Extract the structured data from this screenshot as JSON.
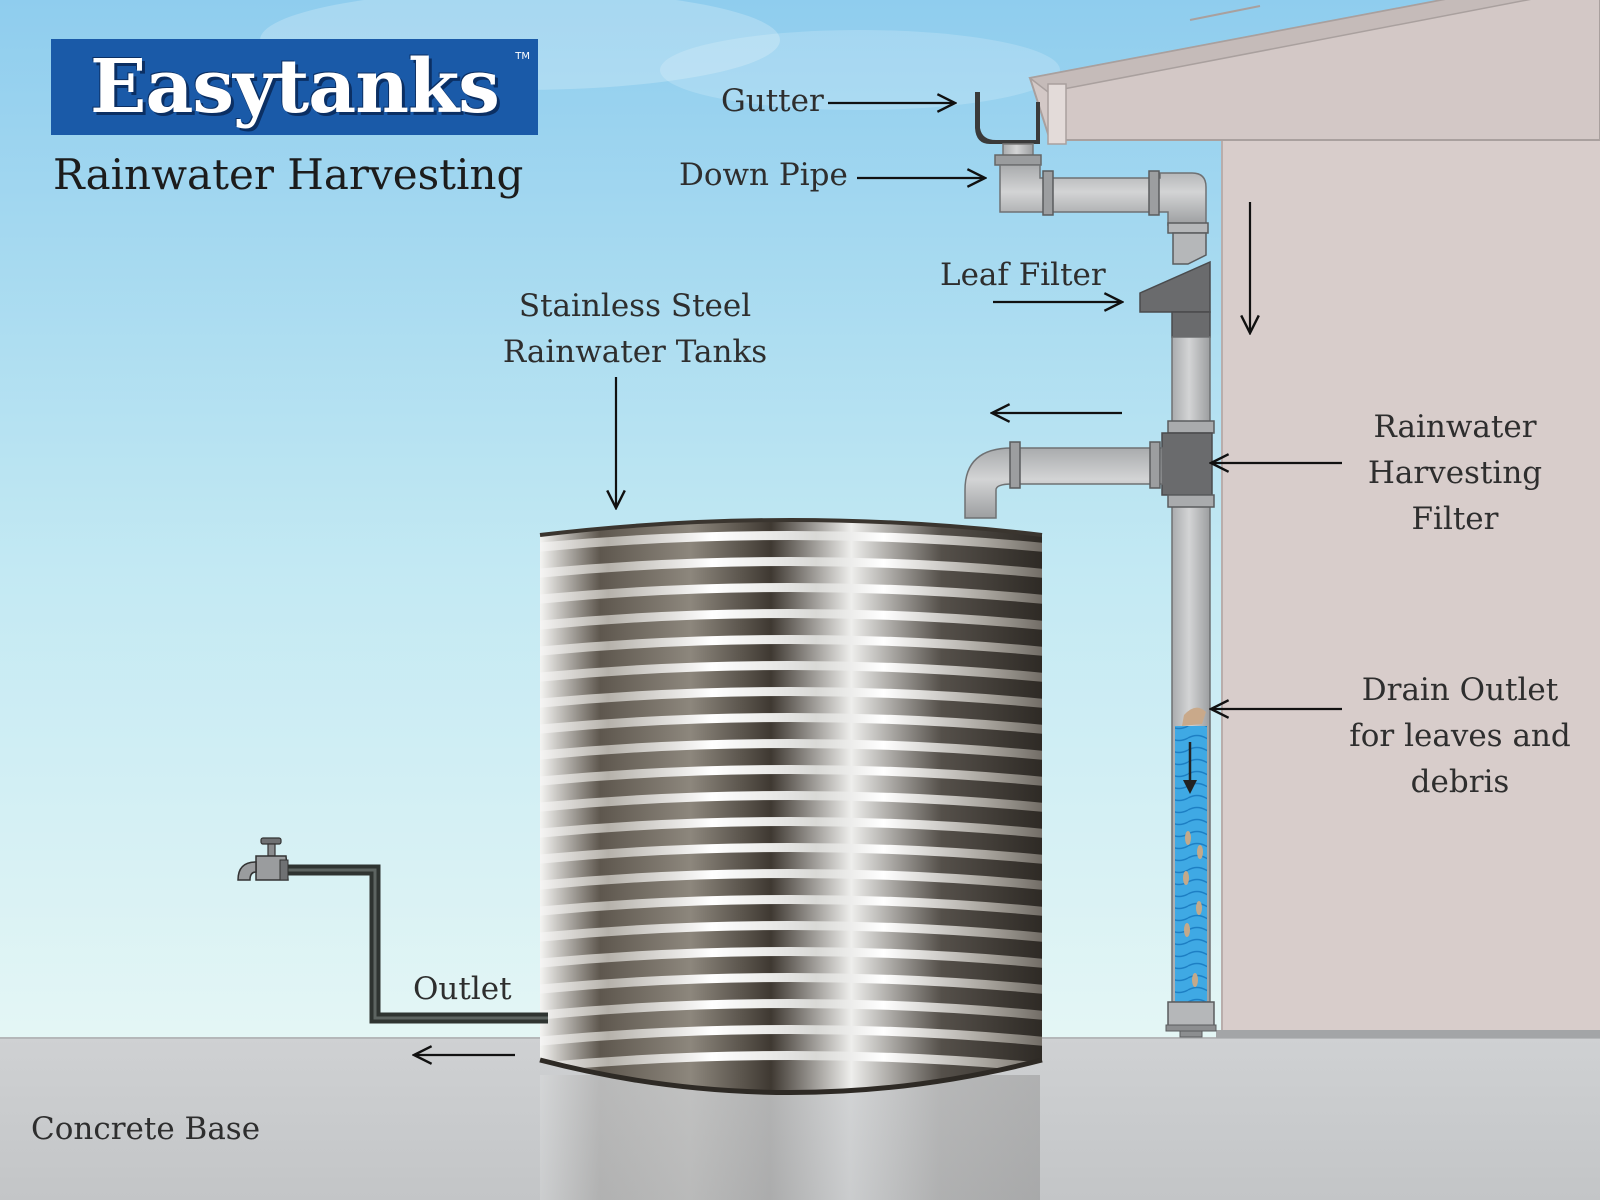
{
  "brand": {
    "name": "Easytanks",
    "trademark": "TM"
  },
  "title": "Rainwater Harvesting",
  "labels": {
    "gutter": "Gutter",
    "down_pipe": "Down Pipe",
    "leaf_filter": "Leaf Filter",
    "tank": [
      "Stainless Steel",
      "Rainwater Tanks"
    ],
    "harvesting_filter": [
      "Rainwater",
      "Harvesting",
      "Filter"
    ],
    "drain_outlet": [
      "Drain Outlet",
      "for leaves and",
      "debris"
    ],
    "outlet": "Outlet",
    "concrete_base": "Concrete Base"
  },
  "colors": {
    "brand_blue": "#1a5aa8",
    "sky_top": "#8fcdee",
    "sky_bottom": "#dff4f5",
    "wall": "#d8cdcb",
    "pipe": "#bfc1c3",
    "pipe_dark": "#6b6c6e",
    "tank_dark": "#4a443c",
    "tank_light": "#e6e6e4",
    "ground": "#c9cbcd",
    "water": "#3fa9e4",
    "tap_pipe": "#2f3431"
  }
}
